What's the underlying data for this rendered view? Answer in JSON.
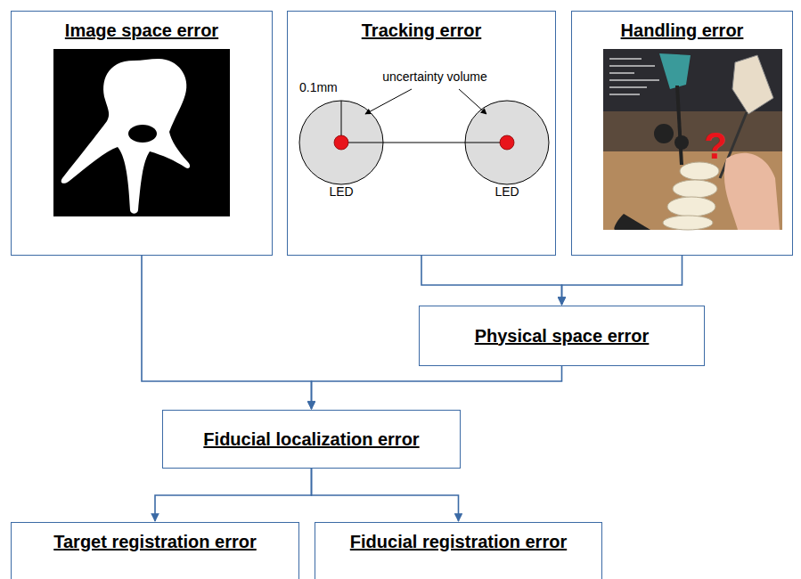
{
  "diagram": {
    "nodes": [
      {
        "text": [
          "Image space error"
        ]
      },
      {
        "text": [
          "Tracking error"
        ]
      },
      {
        "text": [
          "Handling error"
        ]
      },
      {
        "text": [
          "Physical space error"
        ]
      },
      {
        "text": [
          "Fiducial localization error"
        ]
      },
      {
        "text": [
          "Target registration error"
        ]
      },
      {
        "text": [
          "Fiducial registration error"
        ]
      }
    ],
    "edges": [
      {
        "from": 1,
        "to": 3,
        "arrow": "to"
      },
      {
        "from": 2,
        "to": 3,
        "arrow": "to"
      },
      {
        "from": 0,
        "to": 4,
        "arrow": "to"
      },
      {
        "from": 3,
        "to": 4,
        "arrow": "to"
      },
      {
        "from": 4,
        "to": 5,
        "arrow": "to"
      },
      {
        "from": 4,
        "to": 6,
        "arrow": "to"
      }
    ],
    "labels": [
      "0.1mm",
      "uncertainty volume",
      "LED",
      "LED",
      "?"
    ]
  }
}
